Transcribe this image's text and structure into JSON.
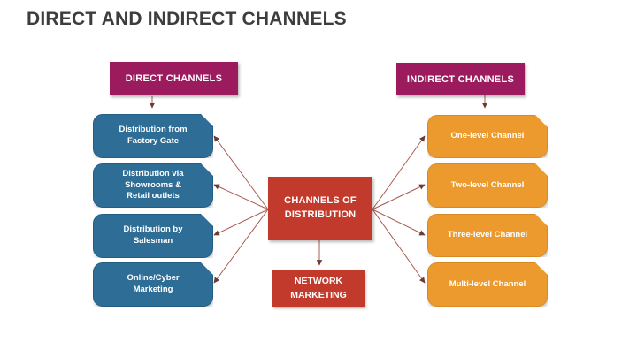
{
  "title": "DIRECT AND INDIRECT CHANNELS",
  "direct": {
    "header": "DIRECT CHANNELS",
    "items": [
      "Distribution from\nFactory Gate",
      "Distribution via\nShowrooms &\nRetail outlets",
      "Distribution by\nSalesman",
      "Online/Cyber\nMarketing"
    ]
  },
  "indirect": {
    "header": "INDIRECT CHANNELS",
    "items": [
      "One-level Channel",
      "Two-level Channel",
      "Three-level Channel",
      "Multi-level Channel"
    ]
  },
  "center": {
    "label": "CHANNELS OF\nDISTRIBUTION"
  },
  "network": {
    "label": "NETWORK\nMARKETING"
  },
  "colors": {
    "header_magenta": "#9c1b5e",
    "direct_blue": "#2e6d95",
    "indirect_orange": "#ec9a2e",
    "center_red": "#c23a2b",
    "connector_line": "#a85a50",
    "arrowhead": "#6e3a31",
    "title_text": "#3d3d3d",
    "background": "#ffffff"
  }
}
